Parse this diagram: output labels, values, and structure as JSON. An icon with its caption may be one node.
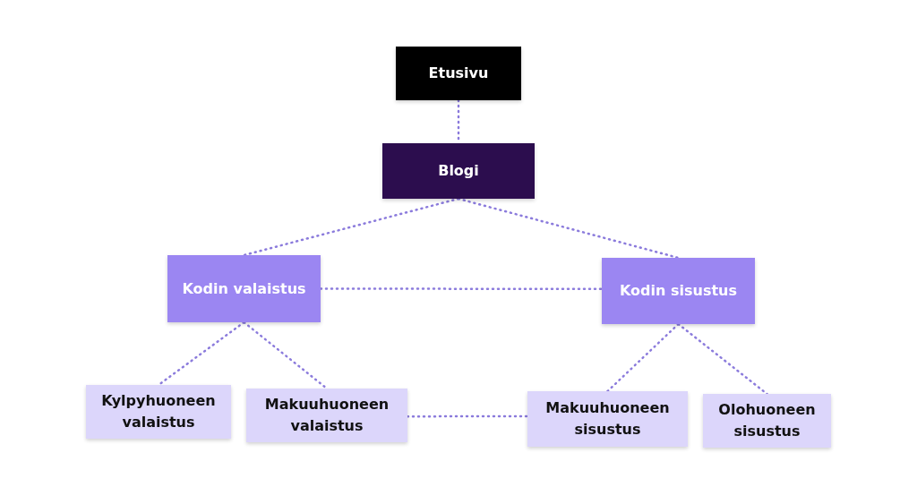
{
  "diagram": {
    "nodes": [
      {
        "text": [
          "Etusivu"
        ]
      },
      {
        "text": [
          "Blogi"
        ]
      },
      {
        "text": [
          "Kodin valaistus"
        ]
      },
      {
        "text": [
          "Kodin sisustus"
        ]
      },
      {
        "text": [
          "Kylpyhuoneen valaistus"
        ]
      },
      {
        "text": [
          "Makuuhuoneen valaistus"
        ]
      },
      {
        "text": [
          "Makuuhuoneen sisustus"
        ]
      },
      {
        "text": [
          "Olohuoneen sisustus"
        ]
      }
    ],
    "edges": [
      {
        "from": 0,
        "to": 1,
        "arrow": "none",
        "style": "dashed"
      },
      {
        "from": 1,
        "to": 2,
        "arrow": "none",
        "style": "dashed"
      },
      {
        "from": 1,
        "to": 3,
        "arrow": "none",
        "style": "dashed"
      },
      {
        "from": 2,
        "to": 3,
        "arrow": "none",
        "style": "dashed"
      },
      {
        "from": 2,
        "to": 4,
        "arrow": "none",
        "style": "dashed"
      },
      {
        "from": 2,
        "to": 5,
        "arrow": "none",
        "style": "dashed"
      },
      {
        "from": 3,
        "to": 6,
        "arrow": "none",
        "style": "dashed"
      },
      {
        "from": 3,
        "to": 7,
        "arrow": "none",
        "style": "dashed"
      },
      {
        "from": 5,
        "to": 6,
        "arrow": "none",
        "style": "dashed"
      }
    ]
  }
}
